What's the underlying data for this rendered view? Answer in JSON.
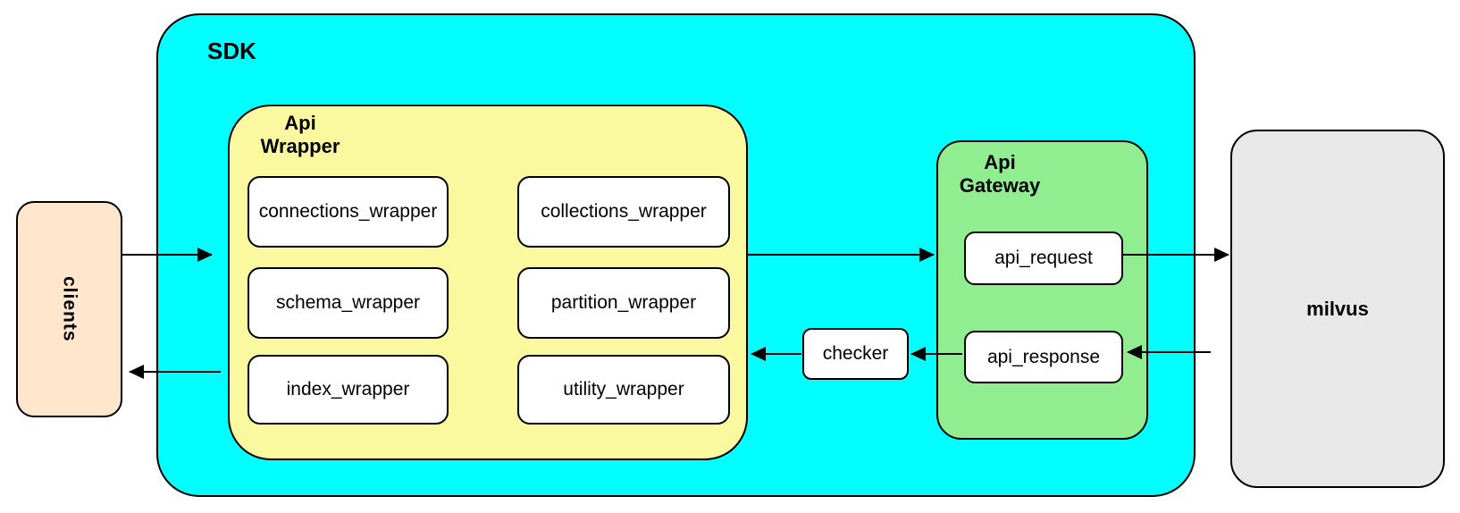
{
  "diagram": {
    "nodes": {
      "clients": {
        "label": "clients"
      },
      "sdk": {
        "label": "SDK"
      },
      "api_wrapper": {
        "label": "Api\nWrapper",
        "items": [
          "connections_wrapper",
          "collections_wrapper",
          "schema_wrapper",
          "partition_wrapper",
          "index_wrapper",
          "utility_wrapper"
        ]
      },
      "checker": {
        "label": "checker"
      },
      "api_gateway": {
        "label": "Api\nGateway",
        "items": [
          "api_request",
          "api_response"
        ]
      },
      "milvus": {
        "label": "milvus"
      }
    },
    "edges": [
      {
        "from": "clients",
        "to": "sdk",
        "direction": "right"
      },
      {
        "from": "api_wrapper",
        "to": "clients",
        "direction": "left"
      },
      {
        "from": "api_wrapper",
        "to": "api_gateway",
        "direction": "right"
      },
      {
        "from": "api_request",
        "to": "milvus",
        "direction": "right"
      },
      {
        "from": "milvus",
        "to": "api_response",
        "direction": "left"
      },
      {
        "from": "api_response",
        "to": "checker",
        "direction": "left"
      },
      {
        "from": "checker",
        "to": "api_wrapper",
        "direction": "left"
      }
    ]
  },
  "colors": {
    "clients_fill": "#FFE6CC",
    "sdk_fill": "#00FFFF",
    "wrapper_fill": "#FBF9A0",
    "gateway_fill": "#90EE90",
    "milvus_fill": "#E8E8E8",
    "node_fill": "#FFFFFF",
    "border": "#000000"
  }
}
